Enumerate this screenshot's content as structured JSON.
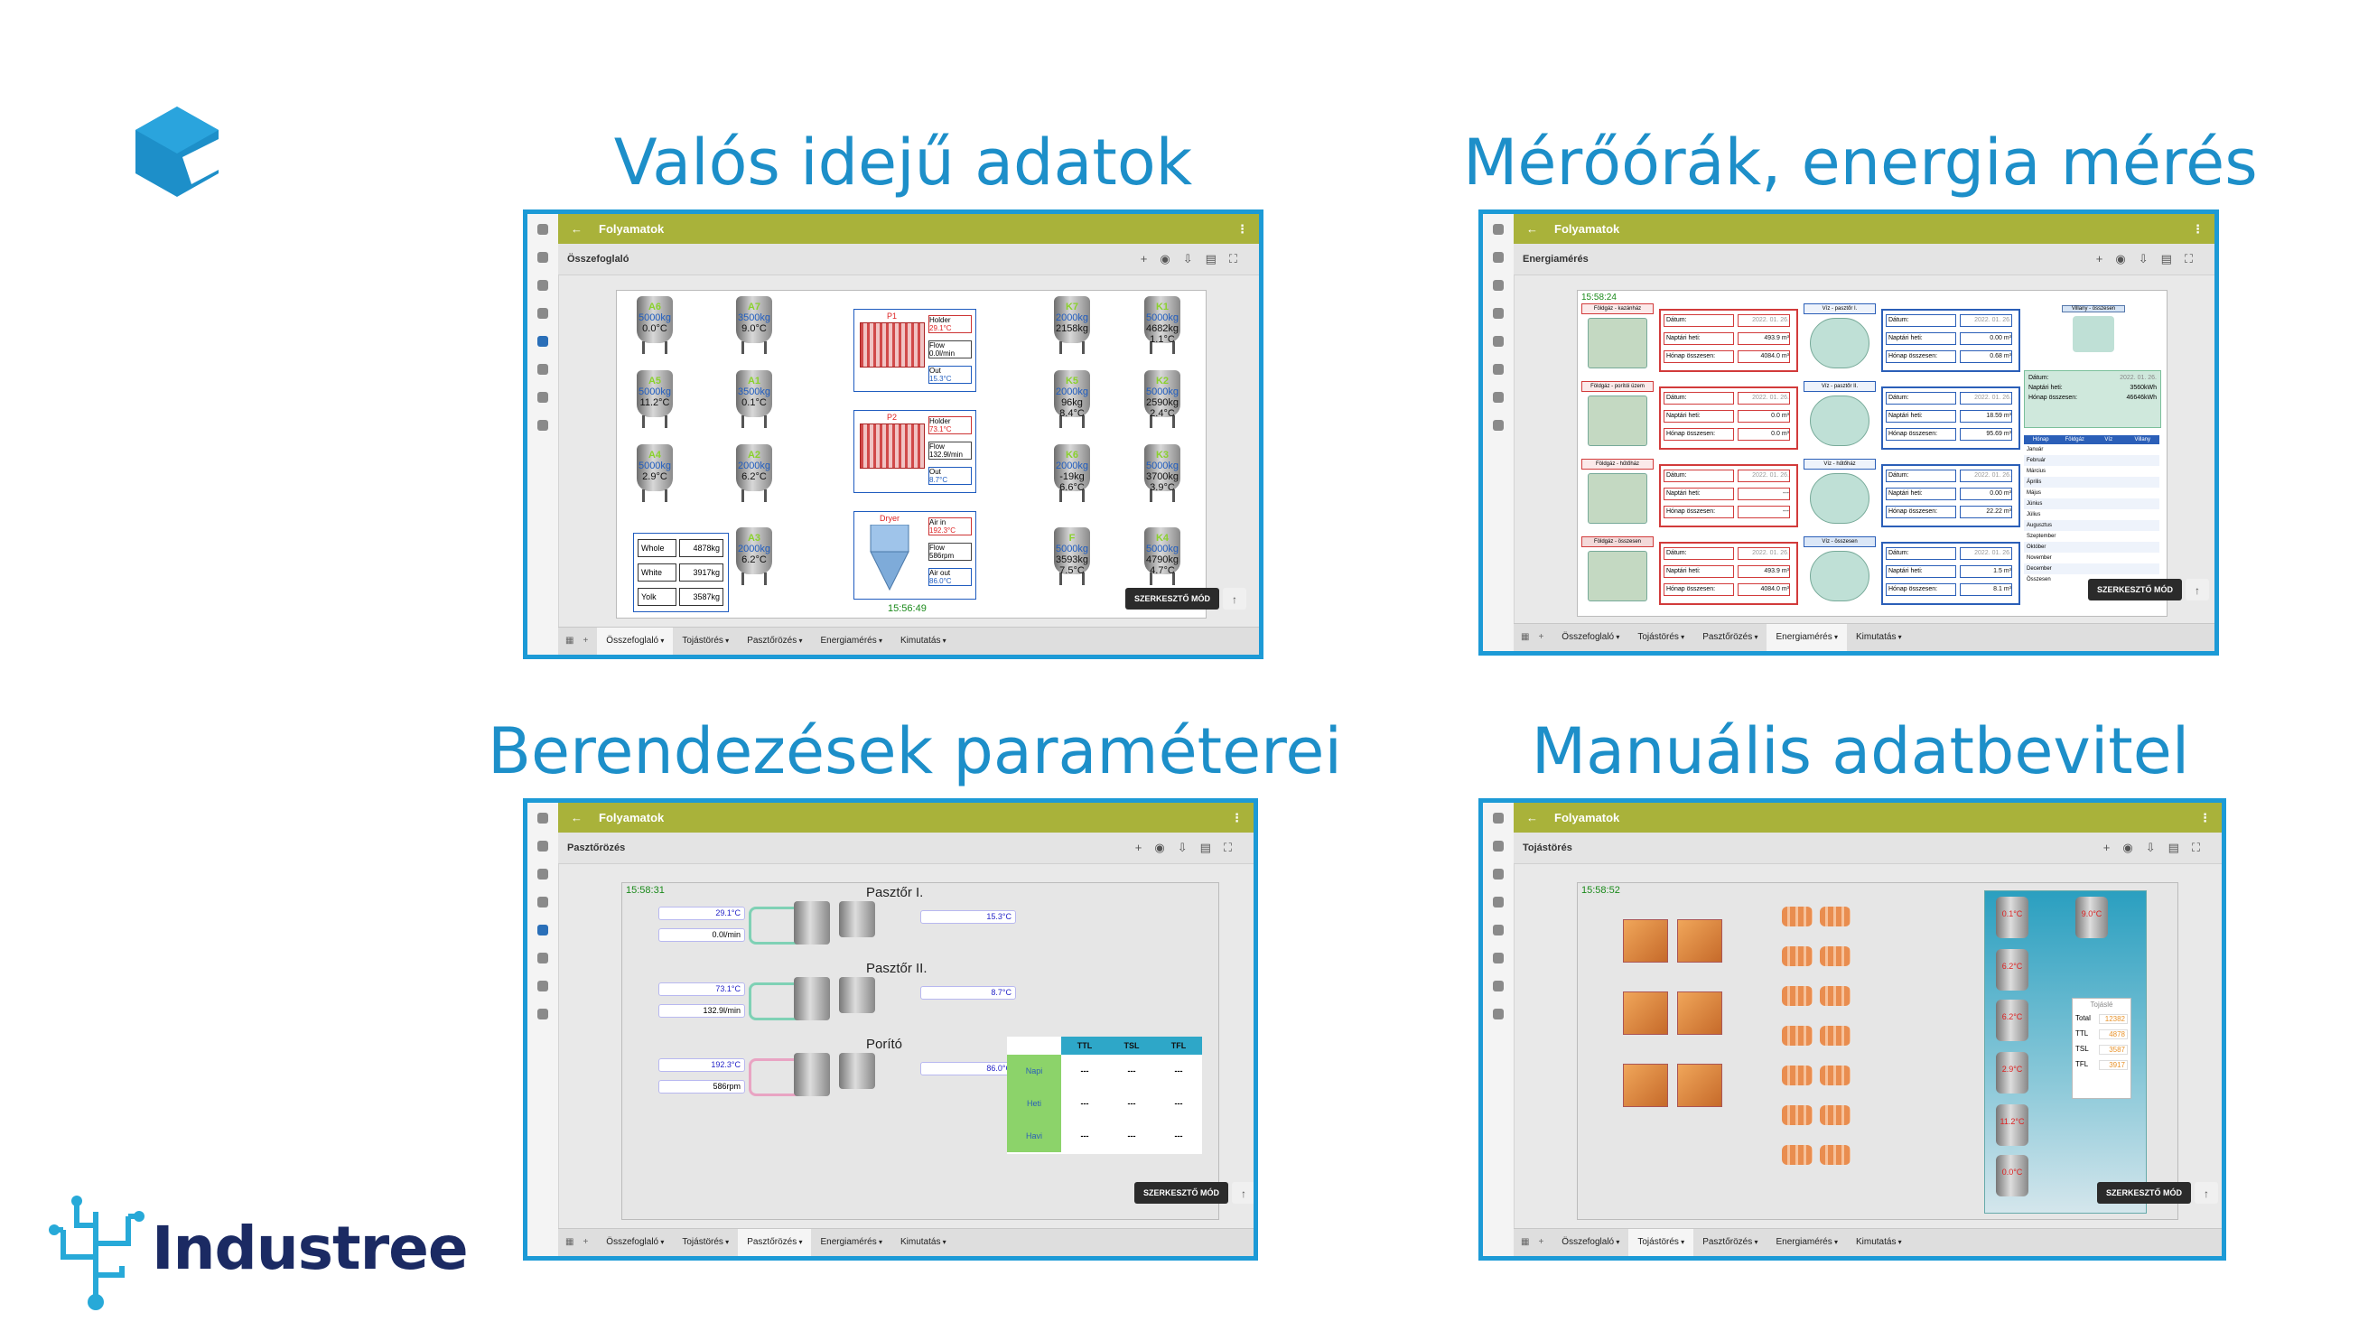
{
  "headings": {
    "realtime": "Valós idejű adatok",
    "meters": "Mérőórák, energia mérés",
    "params": "Berendezések paraméterei",
    "manual": "Manuális adatbevitel"
  },
  "brand": {
    "name": "Industree"
  },
  "common": {
    "app_title": "Folyamatok",
    "edit_button": "SZERKESZTŐ MÓD",
    "tabs": [
      "Összefoglaló",
      "Tojástörés",
      "Pasztőrözés",
      "Energiamérés",
      "Kimutatás"
    ]
  },
  "shot1": {
    "page": "Összefoglaló",
    "time": "15:56:49",
    "tanks_left": [
      {
        "n": "A6",
        "kg": "5000kg",
        "t": "0.0°C"
      },
      {
        "n": "A7",
        "kg": "3500kg",
        "t": "9.0°C"
      },
      {
        "n": "A5",
        "kg": "5000kg",
        "t": "11.2°C"
      },
      {
        "n": "A1",
        "kg": "3500kg",
        "t": "0.1°C"
      },
      {
        "n": "A4",
        "kg": "5000kg",
        "t": "2.9°C"
      },
      {
        "n": "A2",
        "kg": "2000kg",
        "t": "6.2°C"
      },
      {
        "n": "A3",
        "kg": "2000kg",
        "t": "6.2°C"
      }
    ],
    "tanks_right": [
      {
        "n": "K7",
        "kg": "2000kg",
        "t": "2158kg"
      },
      {
        "n": "K1",
        "kg": "5000kg",
        "t": "4682kg 1.1°C"
      },
      {
        "n": "K5",
        "kg": "2000kg",
        "t": "96kg 8.4°C"
      },
      {
        "n": "K2",
        "kg": "5000kg",
        "t": "2590kg 2.4°C"
      },
      {
        "n": "K6",
        "kg": "2000kg",
        "t": "-19kg 6.6°C"
      },
      {
        "n": "K3",
        "kg": "5000kg",
        "t": "3700kg 3.9°C"
      },
      {
        "n": "F",
        "kg": "5000kg",
        "t": "3593kg 7.5°C"
      },
      {
        "n": "K4",
        "kg": "5000kg",
        "t": "4790kg 4.7°C"
      }
    ],
    "summary": [
      {
        "k": "Whole",
        "v": "4878kg"
      },
      {
        "k": "White",
        "v": "3917kg"
      },
      {
        "k": "Yolk",
        "v": "3587kg"
      }
    ],
    "p1": {
      "name": "P1",
      "holder_label": "Holder",
      "holder": "29.1°C",
      "flow_label": "Flow",
      "flow": "0.0l/min",
      "out_label": "Out",
      "out": "15.3°C"
    },
    "p2": {
      "name": "P2",
      "holder_label": "Holder",
      "holder": "73.1°C",
      "flow_label": "Flow",
      "flow": "132.9l/min",
      "out_label": "Out",
      "out": "8.7°C"
    },
    "dryer": {
      "name": "Dryer",
      "air_in_label": "Air in",
      "air_in": "192.3°C",
      "flow_label": "Flow",
      "flow": "586rpm",
      "air_out_label": "Air out",
      "air_out": "86.0°C"
    }
  },
  "shot2": {
    "page": "Energiamérés",
    "time": "15:58:24",
    "gas_rows": [
      {
        "title": "Földgáz - kazánház",
        "date": "2022. 01. 26.",
        "heti": "493.9 m³",
        "honap": "4084.0 m³"
      },
      {
        "title": "Földgáz - porítói üzem",
        "date": "2022. 01. 26.",
        "heti": "0.0 m³",
        "honap": "0.0 m³"
      },
      {
        "title": "Földgáz - hűtőház",
        "date": "2022. 01. 26.",
        "heti": "---",
        "honap": "---"
      },
      {
        "title": "Földgáz - összesen",
        "date": "2022. 01. 26.",
        "heti": "493.9 m³",
        "honap": "4084.0 m³"
      }
    ],
    "water_rows": [
      {
        "title": "Víz - pasztőr I.",
        "date": "2022. 01. 26.",
        "heti": "0.00 m³",
        "honap": "0.68 m³"
      },
      {
        "title": "Víz - pasztőr II.",
        "date": "2022. 01. 26.",
        "heti": "18.59 m³",
        "honap": "95.69 m³"
      },
      {
        "title": "Víz - hűtőház",
        "date": "2022. 01. 26.",
        "heti": "0.00 m³",
        "honap": "22.22 m³"
      },
      {
        "title": "Víz - összesen",
        "date": "2022. 01. 26.",
        "heti": "1.5 m³",
        "honap": "8.1 m³"
      }
    ],
    "labels": {
      "date": "Dátum:",
      "heti": "Naptári heti:",
      "honap": "Hónap összesen:"
    },
    "electric": {
      "title": "Villany - összesen",
      "date": "2022. 01. 26.",
      "heti": "3560kWh",
      "honap": "46646kWh"
    },
    "months": [
      "Január",
      "Február",
      "Március",
      "Április",
      "Május",
      "Június",
      "Július",
      "Augusztus",
      "Szeptember",
      "Október",
      "November",
      "December",
      "Összesen"
    ],
    "month_cols": [
      "Hónap",
      "Földgáz",
      "Víz",
      "Villany"
    ]
  },
  "shot3": {
    "page": "Pasztőrözés",
    "time": "15:58:31",
    "units": [
      {
        "name": "Pasztőr I.",
        "r1": "29.1°C",
        "r2": "0.0l/min",
        "out": "15.3°C"
      },
      {
        "name": "Pasztőr II.",
        "r1": "73.1°C",
        "r2": "132.9l/min",
        "out": "8.7°C"
      },
      {
        "name": "Porító",
        "r1": "192.3°C",
        "r2": "586rpm",
        "out": "86.0°C"
      }
    ],
    "table": {
      "cols": [
        "TTL",
        "TSL",
        "TFL"
      ],
      "rows": [
        {
          "label": "Napi",
          "vals": [
            "---",
            "---",
            "---"
          ]
        },
        {
          "label": "Heti",
          "vals": [
            "---",
            "---",
            "---"
          ]
        },
        {
          "label": "Havi",
          "vals": [
            "---",
            "---",
            "---"
          ]
        }
      ]
    }
  },
  "shot4": {
    "page": "Tojástörés",
    "time": "15:58:52",
    "tank_temps": [
      "0.1°C",
      "9.0°C",
      "6.2°C",
      "6.2°C",
      "2.9°C",
      "11.2°C",
      "0.0°C"
    ],
    "tojasle": {
      "title": "Tojáslé",
      "rows": [
        {
          "k": "Total",
          "v": "12382"
        },
        {
          "k": "TTL",
          "v": "4878"
        },
        {
          "k": "TSL",
          "v": "3587"
        },
        {
          "k": "TFL",
          "v": "3917"
        }
      ]
    }
  },
  "colors": {
    "heading": "#1d8fc9",
    "frame": "#1c9ad6",
    "appbar": "#a9b23a",
    "brand_dark": "#1b2a63",
    "brand_light": "#27a9d8"
  }
}
